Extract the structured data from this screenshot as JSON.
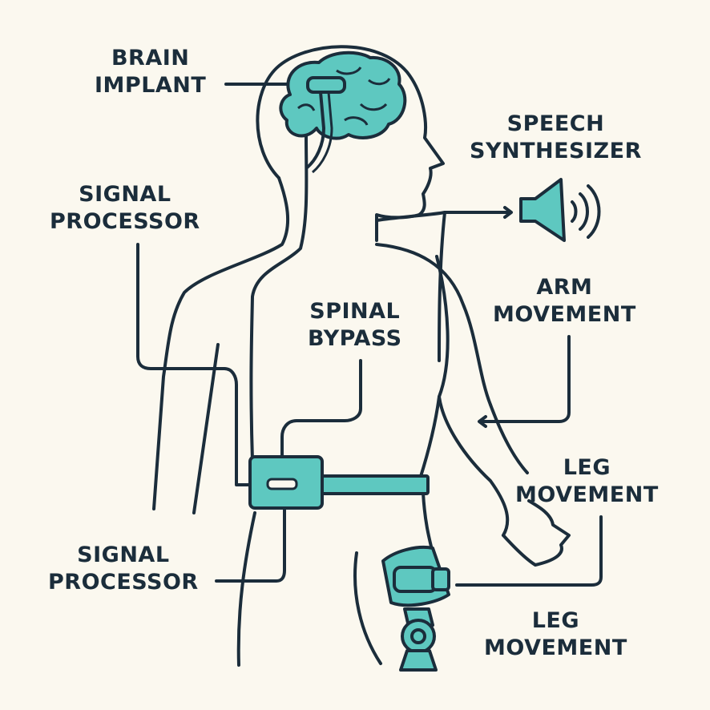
{
  "colors": {
    "background": "#fbf8ef",
    "outline": "#1b2d3b",
    "device": "#5ec8c0"
  },
  "icons": [
    "brain-icon",
    "speaker-icon",
    "sound-waves-icon",
    "implant-device-icon",
    "leg-exoskeleton-icon"
  ],
  "labels": {
    "brain_implant": [
      "BRAIN",
      "IMPLANT"
    ],
    "speech_synthesizer": [
      "SPEECH",
      "SYNTHESIZER"
    ],
    "signal_processor_top": [
      "SIGNAL",
      "PROCESSOR"
    ],
    "spinal_bypass": [
      "SPINAL",
      "BYPASS"
    ],
    "arm_movement": [
      "ARM",
      "MOVEMENT"
    ],
    "leg_movement_upper": [
      "LEG",
      "MOVEMENT"
    ],
    "signal_processor_bottom": [
      "SIGNAL",
      "PROCESSOR"
    ],
    "leg_movement_lower": [
      "LEG",
      "MOVEMENT"
    ]
  }
}
